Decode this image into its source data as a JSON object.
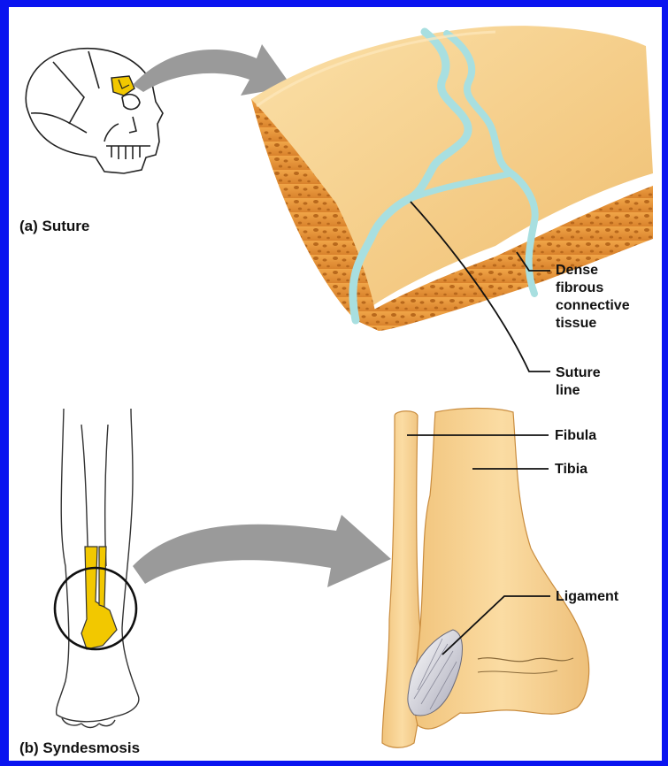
{
  "panel_a": {
    "caption": "(a) Suture",
    "label_dense": "Dense\nfibrous\nconnective\ntissue",
    "label_suture_line": "Suture\nline"
  },
  "panel_b": {
    "caption": "(b) Syndesmosis",
    "label_fibula": "Fibula",
    "label_tibia": "Tibia",
    "label_ligament": "Ligament"
  },
  "colors": {
    "background": "#0a14f0",
    "bone": "#f6cd8a",
    "bone_dark": "#e69a3c",
    "suture_tissue": "#a8dfe0",
    "highlight": "#f2c800",
    "arrow": "#9a9a9a"
  }
}
